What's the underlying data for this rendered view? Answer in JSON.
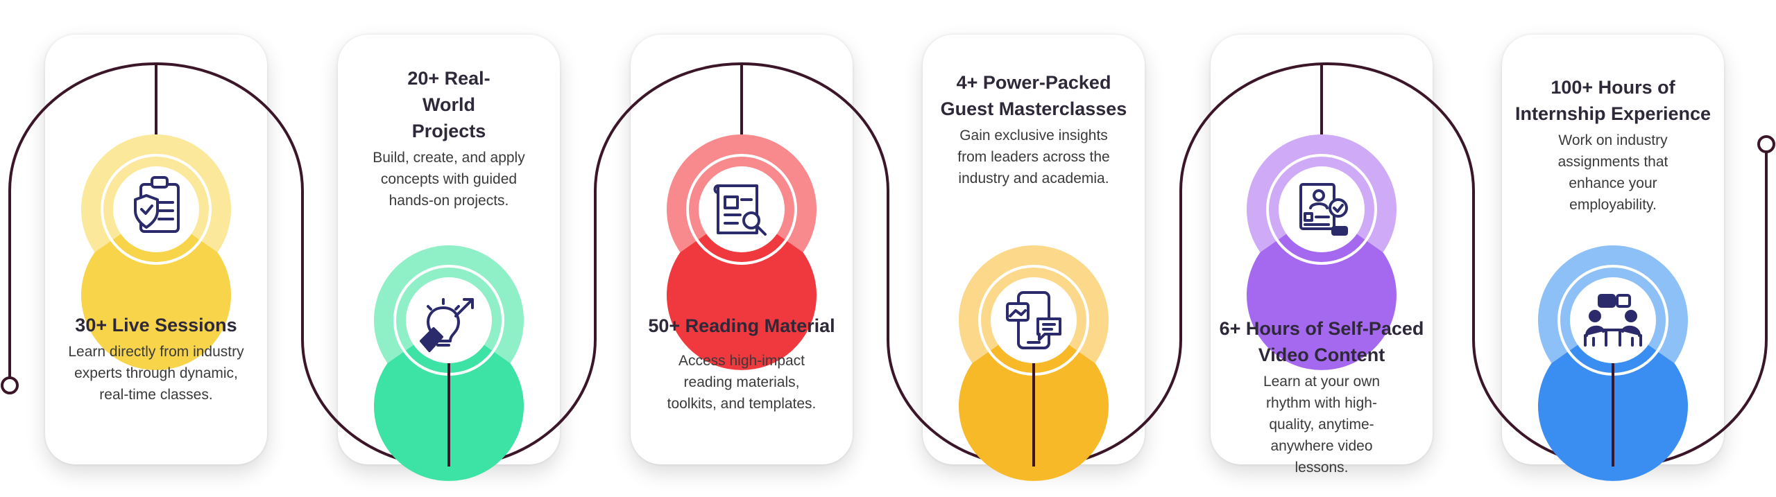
{
  "colors": {
    "line": "#3b1628",
    "yellow": [
      "#f7d44a",
      "#fbe89a"
    ],
    "green": [
      "#3de3a4",
      "#8ff0c8"
    ],
    "red": [
      "#f0393f",
      "#f88a8d"
    ],
    "orange": [
      "#f7b928",
      "#fcd98a"
    ],
    "purple": [
      "#a569f0",
      "#cfaaf7"
    ],
    "blue": [
      "#3a8ef2",
      "#8ec0f8"
    ],
    "icon": "#2b2a6b"
  },
  "items": [
    {
      "title": "30+ Live Sessions",
      "description": "Learn directly from industry experts through dynamic, real-time classes.",
      "icon": "clipboard-shield-icon",
      "color": "yellow"
    },
    {
      "title": "20+ Real-World Projects",
      "description": "Build, create, and apply concepts with guided hands-on projects.",
      "icon": "lightbulb-growth-icon",
      "color": "green"
    },
    {
      "title": "50+ Reading Material",
      "description": "Access high-impact reading materials, toolkits, and templates.",
      "icon": "document-search-icon",
      "color": "red"
    },
    {
      "title": "4+ Power-Packed Guest Masterclasses",
      "description": "Gain exclusive insights from leaders across the industry and academia.",
      "icon": "mobile-chat-icon",
      "color": "orange"
    },
    {
      "title": "6+ Hours of Self-Paced Video Content",
      "description": "Learn at your own rhythm with high-quality, anytime-anywhere video lessons.",
      "icon": "checklist-certificate-icon",
      "color": "purple"
    },
    {
      "title": "100+ Hours of Internship Experience",
      "description": "Work on industry assignments that enhance your employability.",
      "icon": "meeting-discussion-icon",
      "color": "blue"
    }
  ]
}
